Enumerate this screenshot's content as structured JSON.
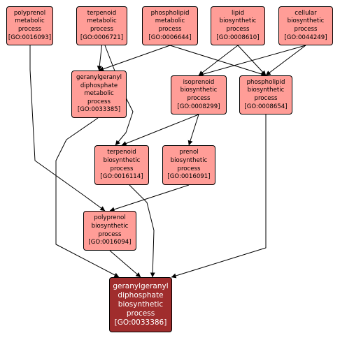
{
  "nodes": [
    {
      "id": "GO:0016093",
      "lines": [
        "polyprenol",
        "metabolic",
        "process",
        "[GO:0016093]"
      ]
    },
    {
      "id": "GO:0006721",
      "lines": [
        "terpenoid",
        "metabolic",
        "process",
        "[GO:0006721]"
      ]
    },
    {
      "id": "GO:0006644",
      "lines": [
        "phospholipid",
        "metabolic",
        "process",
        "[GO:0006644]"
      ]
    },
    {
      "id": "GO:0008610",
      "lines": [
        "lipid",
        "biosynthetic",
        "process",
        "[GO:0008610]"
      ]
    },
    {
      "id": "GO:0044249",
      "lines": [
        "cellular",
        "biosynthetic",
        "process",
        "[GO:0044249]"
      ]
    },
    {
      "id": "GO:0033385",
      "lines": [
        "geranylgeranyl",
        "diphosphate",
        "metabolic",
        "process",
        "[GO:0033385]"
      ]
    },
    {
      "id": "GO:0008299",
      "lines": [
        "isoprenoid",
        "biosynthetic",
        "process",
        "[GO:0008299]"
      ]
    },
    {
      "id": "GO:0008654",
      "lines": [
        "phospholipid",
        "biosynthetic",
        "process",
        "[GO:0008654]"
      ]
    },
    {
      "id": "GO:0016114",
      "lines": [
        "terpenoid",
        "biosynthetic",
        "process",
        "[GO:0016114]"
      ]
    },
    {
      "id": "GO:0016091",
      "lines": [
        "prenol",
        "biosynthetic",
        "process",
        "[GO:0016091]"
      ]
    },
    {
      "id": "GO:0016094",
      "lines": [
        "polyprenol",
        "biosynthetic",
        "process",
        "[GO:0016094]"
      ]
    },
    {
      "id": "GO:0033386",
      "lines": [
        "geranylgeranyl",
        "diphosphate",
        "biosynthetic",
        "process",
        "[GO:0033386]"
      ],
      "highlight": true
    }
  ],
  "edges": [
    [
      "GO:0016093",
      "GO:0016094"
    ],
    [
      "GO:0006721",
      "GO:0033385"
    ],
    [
      "GO:0006721",
      "GO:0016114"
    ],
    [
      "GO:0006644",
      "GO:0033385"
    ],
    [
      "GO:0006644",
      "GO:0008654"
    ],
    [
      "GO:0008610",
      "GO:0008299"
    ],
    [
      "GO:0008610",
      "GO:0008654"
    ],
    [
      "GO:0044249",
      "GO:0008299"
    ],
    [
      "GO:0044249",
      "GO:0008654"
    ],
    [
      "GO:0033385",
      "GO:0033386"
    ],
    [
      "GO:0008299",
      "GO:0016114"
    ],
    [
      "GO:0008299",
      "GO:0016091"
    ],
    [
      "GO:0008654",
      "GO:0033386"
    ],
    [
      "GO:0016016",
      "GO:0016016"
    ],
    [
      "GO:0016114",
      "GO:0033386"
    ],
    [
      "GO:0016091",
      "GO:0016094"
    ],
    [
      "GO:0016094",
      "GO:0033386"
    ]
  ],
  "colors": {
    "node_fill": "#ff9d97",
    "target_fill": "#a02d2d",
    "target_text": "#ffffff",
    "edge": "#000000"
  }
}
